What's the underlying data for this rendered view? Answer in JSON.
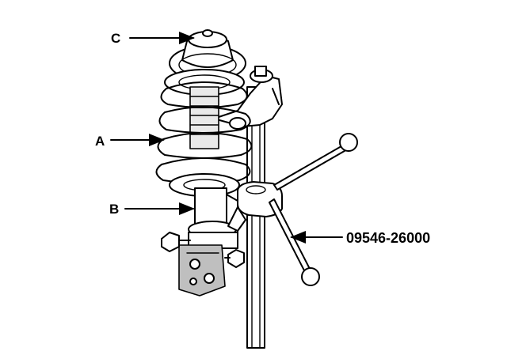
{
  "labels": {
    "a": "A",
    "b": "B",
    "c": "C",
    "tool": "09546-26000"
  }
}
